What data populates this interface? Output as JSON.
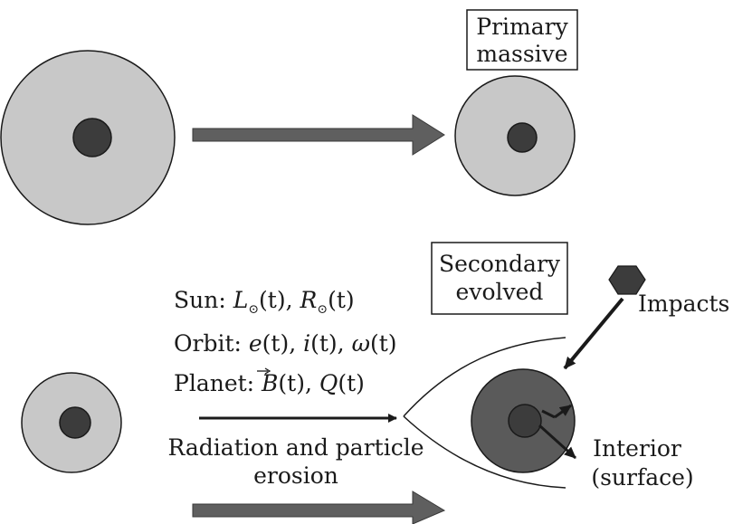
{
  "colors": {
    "mantle": "#c8c8c8",
    "core": "#3c3c3c",
    "evolved_mantle": "#5a5a5a",
    "arrow_gray": "#5f5f5f",
    "ink": "#1a1a1a"
  },
  "labels": {
    "primary_line1": "Primary",
    "primary_line2": "massive",
    "secondary_line1": "Secondary",
    "secondary_line2": "evolved",
    "impacts": "Impacts",
    "sun_prefix": "Sun: ",
    "sun_L": "L",
    "sun_L_arg": "(t), ",
    "sun_R": "R",
    "sun_R_arg": "(t)",
    "sun_symbol": "⊙",
    "orbit_prefix": "Orbit: ",
    "orbit_e": "e",
    "orbit_e_arg": "(t), ",
    "orbit_i": "i",
    "orbit_i_arg": "(t), ",
    "orbit_omega": "ω",
    "orbit_omega_arg": "(t)",
    "planet_prefix": "Planet: ",
    "planet_B": "B",
    "planet_B_arg": "(t), ",
    "planet_Q": "Q",
    "planet_Q_arg": "(t)",
    "radiation_line1": "Radiation and particle",
    "radiation_line2": "erosion",
    "interior_line1": "Interior",
    "interior_line2": "(surface)"
  },
  "icons": {
    "vector_arrow": "right-arrow-overline"
  }
}
